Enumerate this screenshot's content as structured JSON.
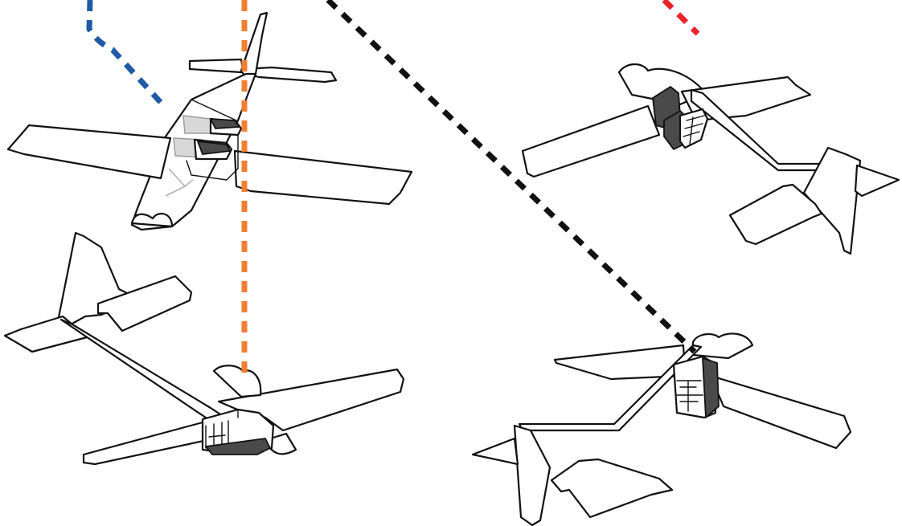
{
  "diagram": {
    "airplanes": [
      {
        "id": "airplane-top-left",
        "view": "top-front"
      },
      {
        "id": "airplane-bottom-left",
        "view": "rear-left"
      },
      {
        "id": "airplane-top-right",
        "view": "underside-right"
      },
      {
        "id": "airplane-bottom-right",
        "view": "underside-rear"
      }
    ],
    "trajectories": [
      {
        "id": "blue-path",
        "color": "#1f5aa6"
      },
      {
        "id": "orange-path",
        "color": "#f07f32"
      },
      {
        "id": "black-path",
        "color": "#111111"
      },
      {
        "id": "red-path",
        "color": "#e8232a"
      }
    ]
  }
}
